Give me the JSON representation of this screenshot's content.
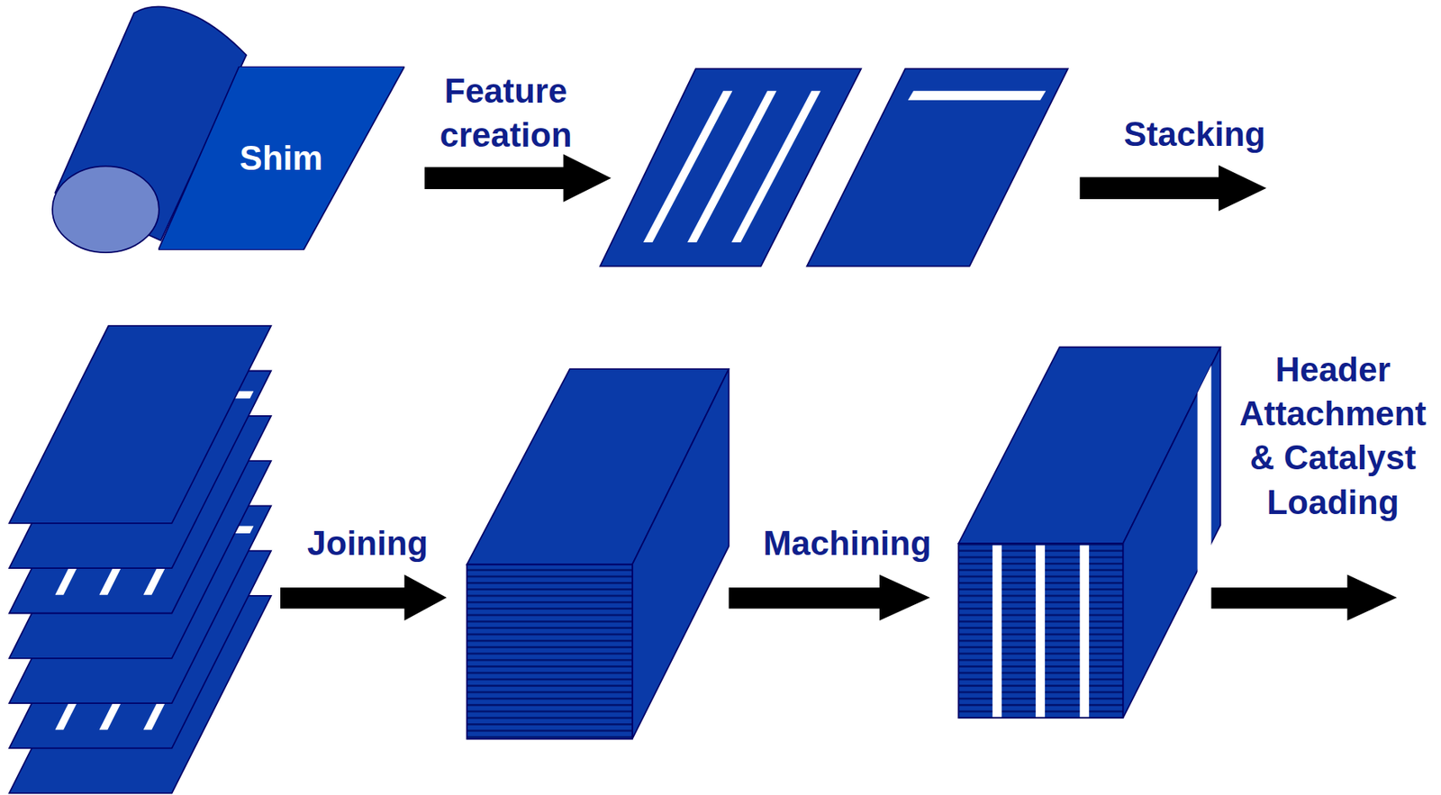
{
  "diagram": {
    "nodes": [
      {
        "text": [
          "Shim"
        ]
      }
    ],
    "labels": [
      "Feature creation",
      "Stacking",
      "Joining",
      "Machining",
      "Header Attachment & Catalyst Loading"
    ]
  }
}
